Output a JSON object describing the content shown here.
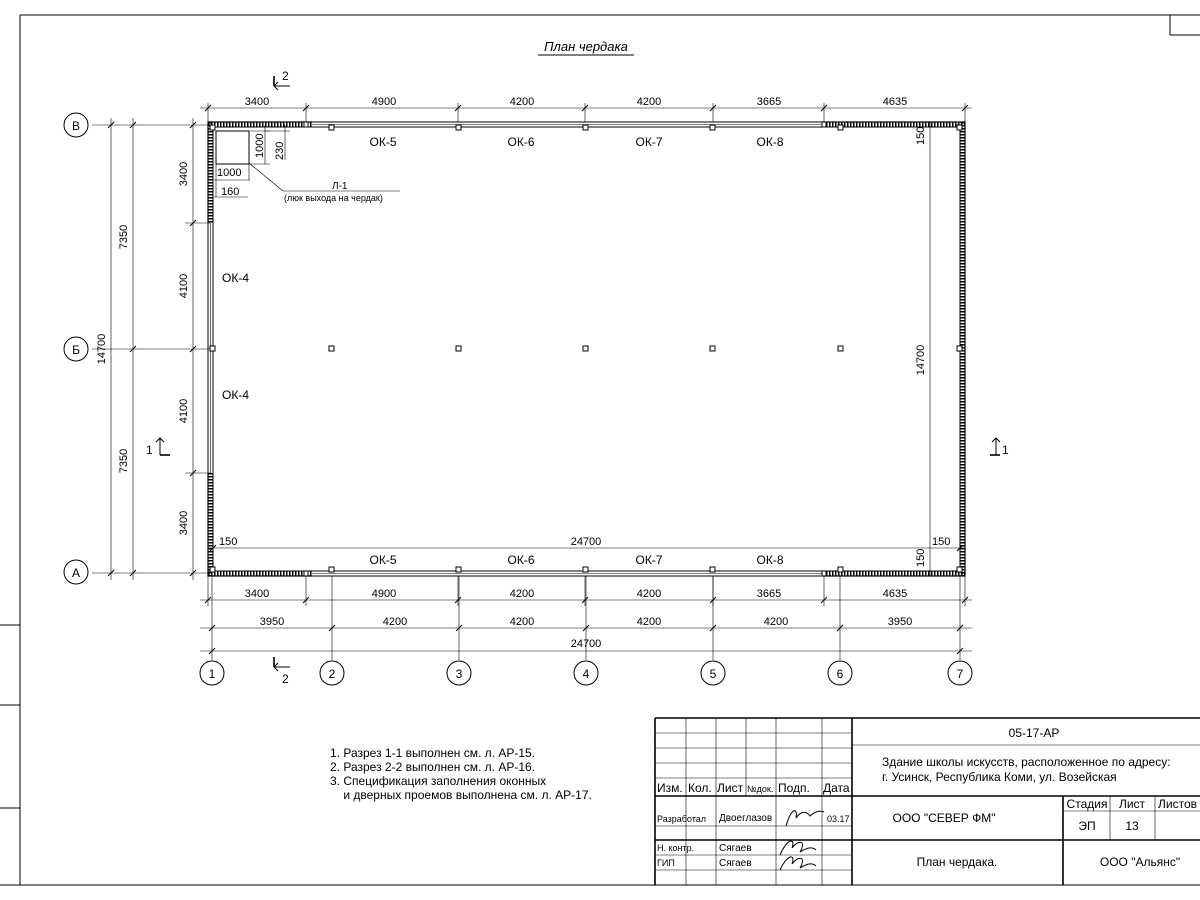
{
  "drawing": {
    "title": "План чердака",
    "axes_letters": [
      "В",
      "Б",
      "А"
    ],
    "axes_numbers": [
      "1",
      "2",
      "3",
      "4",
      "5",
      "6",
      "7"
    ],
    "section_marks": {
      "s1": "1",
      "s2": "2"
    },
    "top_dims": [
      "3400",
      "4900",
      "4200",
      "4200",
      "3665",
      "4635"
    ],
    "bottom_dims_1": [
      "3400",
      "4900",
      "4200",
      "4200",
      "3665",
      "4635"
    ],
    "bottom_dims_2": [
      "3950",
      "4200",
      "4200",
      "4200",
      "4200",
      "3950"
    ],
    "total_width": "24700",
    "inner_width": "24700",
    "left_dims_inner": [
      "3400",
      "4100",
      "4100",
      "3400"
    ],
    "left_dims_outer": [
      "7350",
      "7350"
    ],
    "left_total": "14700",
    "right_total": "14700",
    "wall_offsets": [
      "150",
      "150",
      "150",
      "150"
    ],
    "windows_top": [
      "ОК-5",
      "ОК-6",
      "ОК-7",
      "ОК-8"
    ],
    "windows_bottom": [
      "ОК-5",
      "ОК-6",
      "ОК-7",
      "ОК-8"
    ],
    "windows_left": [
      "ОК-4",
      "ОК-4"
    ],
    "hatch": {
      "dims": [
        "1000",
        "1000",
        "230",
        "160"
      ],
      "label": "Л-1",
      "note": "(люк выхода на чердак)"
    }
  },
  "notes": [
    "1. Разрез 1-1 выполнен см. л. АР-15.",
    "2. Разрез 2-2 выполнен см. л. АР-16.",
    "3. Спецификация заполнения оконных",
    "    и дверных проемов выполнена см. л. АР-17."
  ],
  "stamp": {
    "code": "05-17-АР",
    "object_line1": "Здание школы искусств, расположенное по адресу:",
    "object_line2": "г. Усинск, Республика Коми, ул. Возейская",
    "headers": [
      "Изм.",
      "Кол.",
      "Лист",
      "№док.",
      "Подп.",
      "Дата"
    ],
    "developed_label": "Разработал",
    "developed_name": "Двоеглазов",
    "developed_date": "03.17",
    "nkontr_label": "Н. контр.",
    "nkontr_name": "Сягаев",
    "gip_label": "ГИП",
    "gip_name": "Сягаев",
    "company1": "ООО \"СЕВЕР ФМ\"",
    "stage_label": "Стадия",
    "sheet_label": "Лист",
    "sheets_label": "Листов",
    "stage": "ЭП",
    "sheet": "13",
    "sheet_title": "План чердака.",
    "company2": "ООО \"Альянс\""
  }
}
